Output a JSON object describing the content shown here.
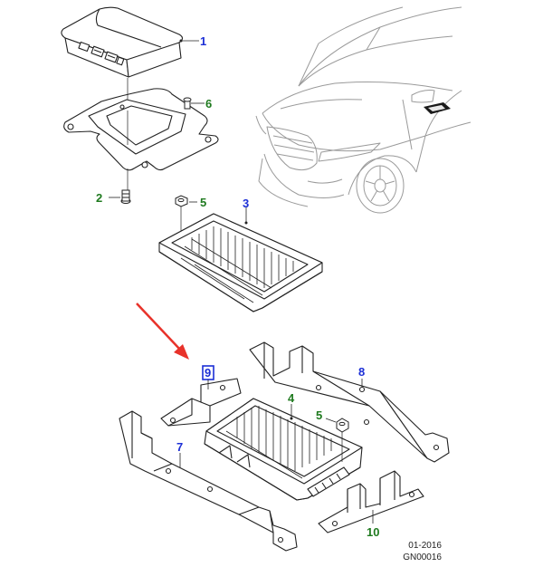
{
  "callouts": [
    {
      "id": "c1",
      "label": "1",
      "color": "#1c2fd6"
    },
    {
      "id": "c2",
      "label": "2",
      "color": "#1f7a1f"
    },
    {
      "id": "c3",
      "label": "3",
      "color": "#1c2fd6"
    },
    {
      "id": "c4",
      "label": "4",
      "color": "#1f7a1f"
    },
    {
      "id": "c5a",
      "label": "5",
      "color": "#1f7a1f"
    },
    {
      "id": "c5b",
      "label": "5",
      "color": "#1f7a1f"
    },
    {
      "id": "c6",
      "label": "6",
      "color": "#1f7a1f"
    },
    {
      "id": "c7",
      "label": "7",
      "color": "#1c2fd6"
    },
    {
      "id": "c8",
      "label": "8",
      "color": "#1c2fd6"
    },
    {
      "id": "c9",
      "label": "9",
      "color": "#1c2fd6"
    },
    {
      "id": "c10",
      "label": "10",
      "color": "#1f7a1f"
    }
  ],
  "footer": {
    "date": "01-2016",
    "code": "GN00016"
  },
  "colors": {
    "line": "#222222",
    "arrow": "#e8322a",
    "highlight_box": "#1c2fd6",
    "vehicle": "#9a9a9a"
  }
}
